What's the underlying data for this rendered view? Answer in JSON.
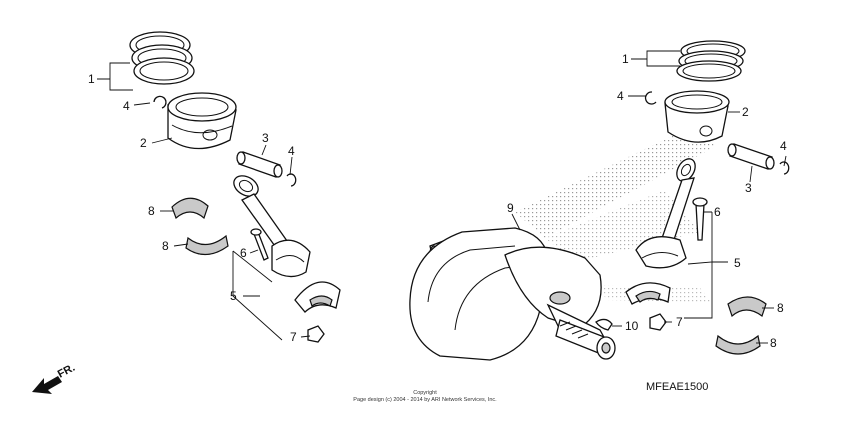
{
  "diagram": {
    "callouts": {
      "l1": "1",
      "l2": "2",
      "l3": "3",
      "l4a": "4",
      "l4b": "4",
      "l5": "5",
      "l6": "6",
      "l7": "7",
      "l8a": "8",
      "l8b": "8",
      "r1": "1",
      "r2": "2",
      "r3": "3",
      "r4a": "4",
      "r4b": "4",
      "r5": "5",
      "r6": "6",
      "r7": "7",
      "r8a": "8",
      "r8b": "8",
      "r9": "9",
      "r10": "10"
    },
    "part_code": "MFEAE1500",
    "direction_label": "FR.",
    "copyright_line1": "Copyright",
    "copyright_line2": "Page design (c) 2004 - 2014 by ARI Network Services, Inc.",
    "colors": {
      "ink": "#111111",
      "paper": "#ffffff",
      "shade": "#c9c9c9"
    },
    "icons": [
      "front-direction-arrow-icon"
    ]
  }
}
